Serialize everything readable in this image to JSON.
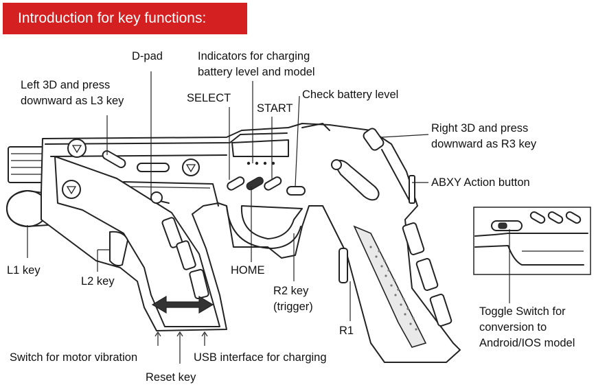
{
  "header": {
    "title": "Introduction for key functions:"
  },
  "labels": {
    "dpad": "D-pad",
    "indicators_line1": "Indicators for charging",
    "indicators_line2": "battery level and model",
    "left3d_line1": "Left 3D and press",
    "left3d_line2": "downward as L3 key",
    "select": "SELECT",
    "start": "START",
    "check_battery": "Check battery level",
    "right3d_line1": "Right 3D and press",
    "right3d_line2": "downward as R3 key",
    "abxy": "ABXY Action button",
    "l1": "L1 key",
    "l2": "L2 key",
    "home": "HOME",
    "r2_line1": "R2 key",
    "r2_line2": "(trigger)",
    "r1": "R1",
    "toggle_line1": "Toggle Switch for",
    "toggle_line2": "conversion to",
    "toggle_line3": "Android/IOS model",
    "motor_switch": "Switch for motor vibration",
    "usb": "USB interface for charging",
    "reset": "Reset key"
  },
  "colors": {
    "banner": "#d42020",
    "line": "#222222",
    "background": "#ffffff"
  }
}
